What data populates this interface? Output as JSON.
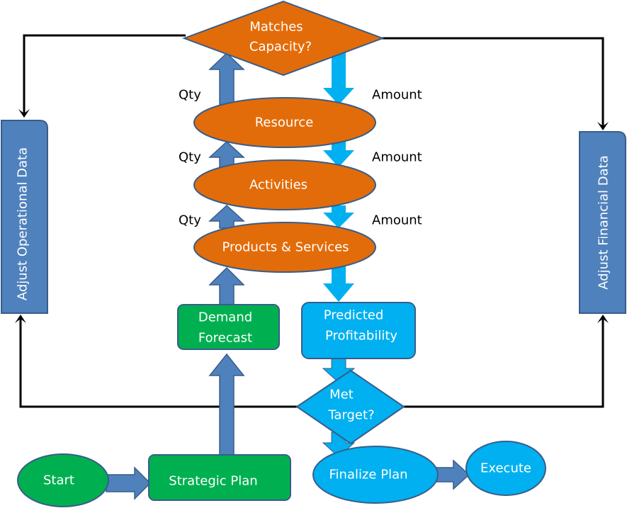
{
  "colors": {
    "orange": "#E36C0A",
    "orange_stroke": "#3D5A80",
    "green": "#00B050",
    "cyan": "#00B0F0",
    "steel_blue": "#4F81BD",
    "dark_outline": "#385D8A",
    "connector": "#000000"
  },
  "nodes": {
    "matches_capacity": {
      "line1": "Matches",
      "line2": "Capacity?"
    },
    "resource": {
      "label": "Resource"
    },
    "activities": {
      "label": "Activities"
    },
    "products_services": {
      "label": "Products & Services"
    },
    "demand_forecast": {
      "line1": "Demand",
      "line2": "Forecast"
    },
    "predicted_profitability": {
      "line1": "Predicted",
      "line2": "Profitability"
    },
    "met_target": {
      "line1": "Met",
      "line2": "Target?"
    },
    "start": {
      "label": "Start"
    },
    "strategic_plan": {
      "label": "Strategic Plan"
    },
    "finalize_plan": {
      "label": "Finalize Plan"
    },
    "execute": {
      "label": "Execute"
    },
    "adjust_operational": {
      "label": "Adjust Operational Data"
    },
    "adjust_financial": {
      "label": "Adjust Financial Data"
    }
  },
  "edge_labels": {
    "qty": [
      "Qty",
      "Qty",
      "Qty"
    ],
    "amount": [
      "Amount",
      "Amount",
      "Amount"
    ]
  }
}
